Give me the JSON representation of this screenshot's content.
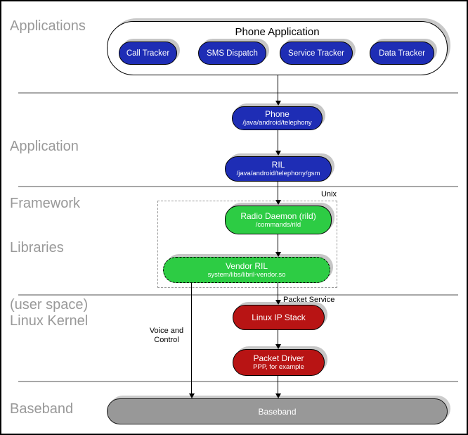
{
  "sections": {
    "applications": "Applications",
    "framework": [
      "Application",
      "Framework"
    ],
    "libraries": [
      "Libraries",
      "(user space)"
    ],
    "kernel": "Linux Kernel",
    "baseband": "Baseband"
  },
  "container": {
    "title": "Phone Application"
  },
  "apps": [
    "Call Tracker",
    "SMS Dispatch",
    "Service Tracker",
    "Data Tracker"
  ],
  "nodes": {
    "phone": {
      "title": "Phone",
      "subtitle": "/java/android/telephony"
    },
    "ril": {
      "title": "RIL",
      "subtitle": "/java/android/telephony/gsm"
    },
    "radio_daemon": {
      "title": "Radio Daemon (rild)",
      "subtitle": "/commands/rild"
    },
    "vendor_ril": {
      "title": "Vendor RIL",
      "subtitle": "system/libs/libril-vendor.so"
    },
    "linux_ip_stack": {
      "title": "Linux IP Stack"
    },
    "packet_driver": {
      "title": "Packet Driver",
      "subtitle": "PPP, for example"
    },
    "baseband": {
      "title": "Baseband"
    }
  },
  "annotations": {
    "unix": "Unix",
    "packet_service": "Packet Service",
    "voice_control": [
      "Voice and",
      "Control"
    ]
  },
  "colors": {
    "app_blue": "#1e2db5",
    "lib_green": "#2dcc44",
    "kernel_red": "#b81414",
    "baseband_gray": "#989898",
    "shadow_gray": "#c6c6c6",
    "section_label_gray": "#999999",
    "divider_gray": "#a8a8a8"
  }
}
